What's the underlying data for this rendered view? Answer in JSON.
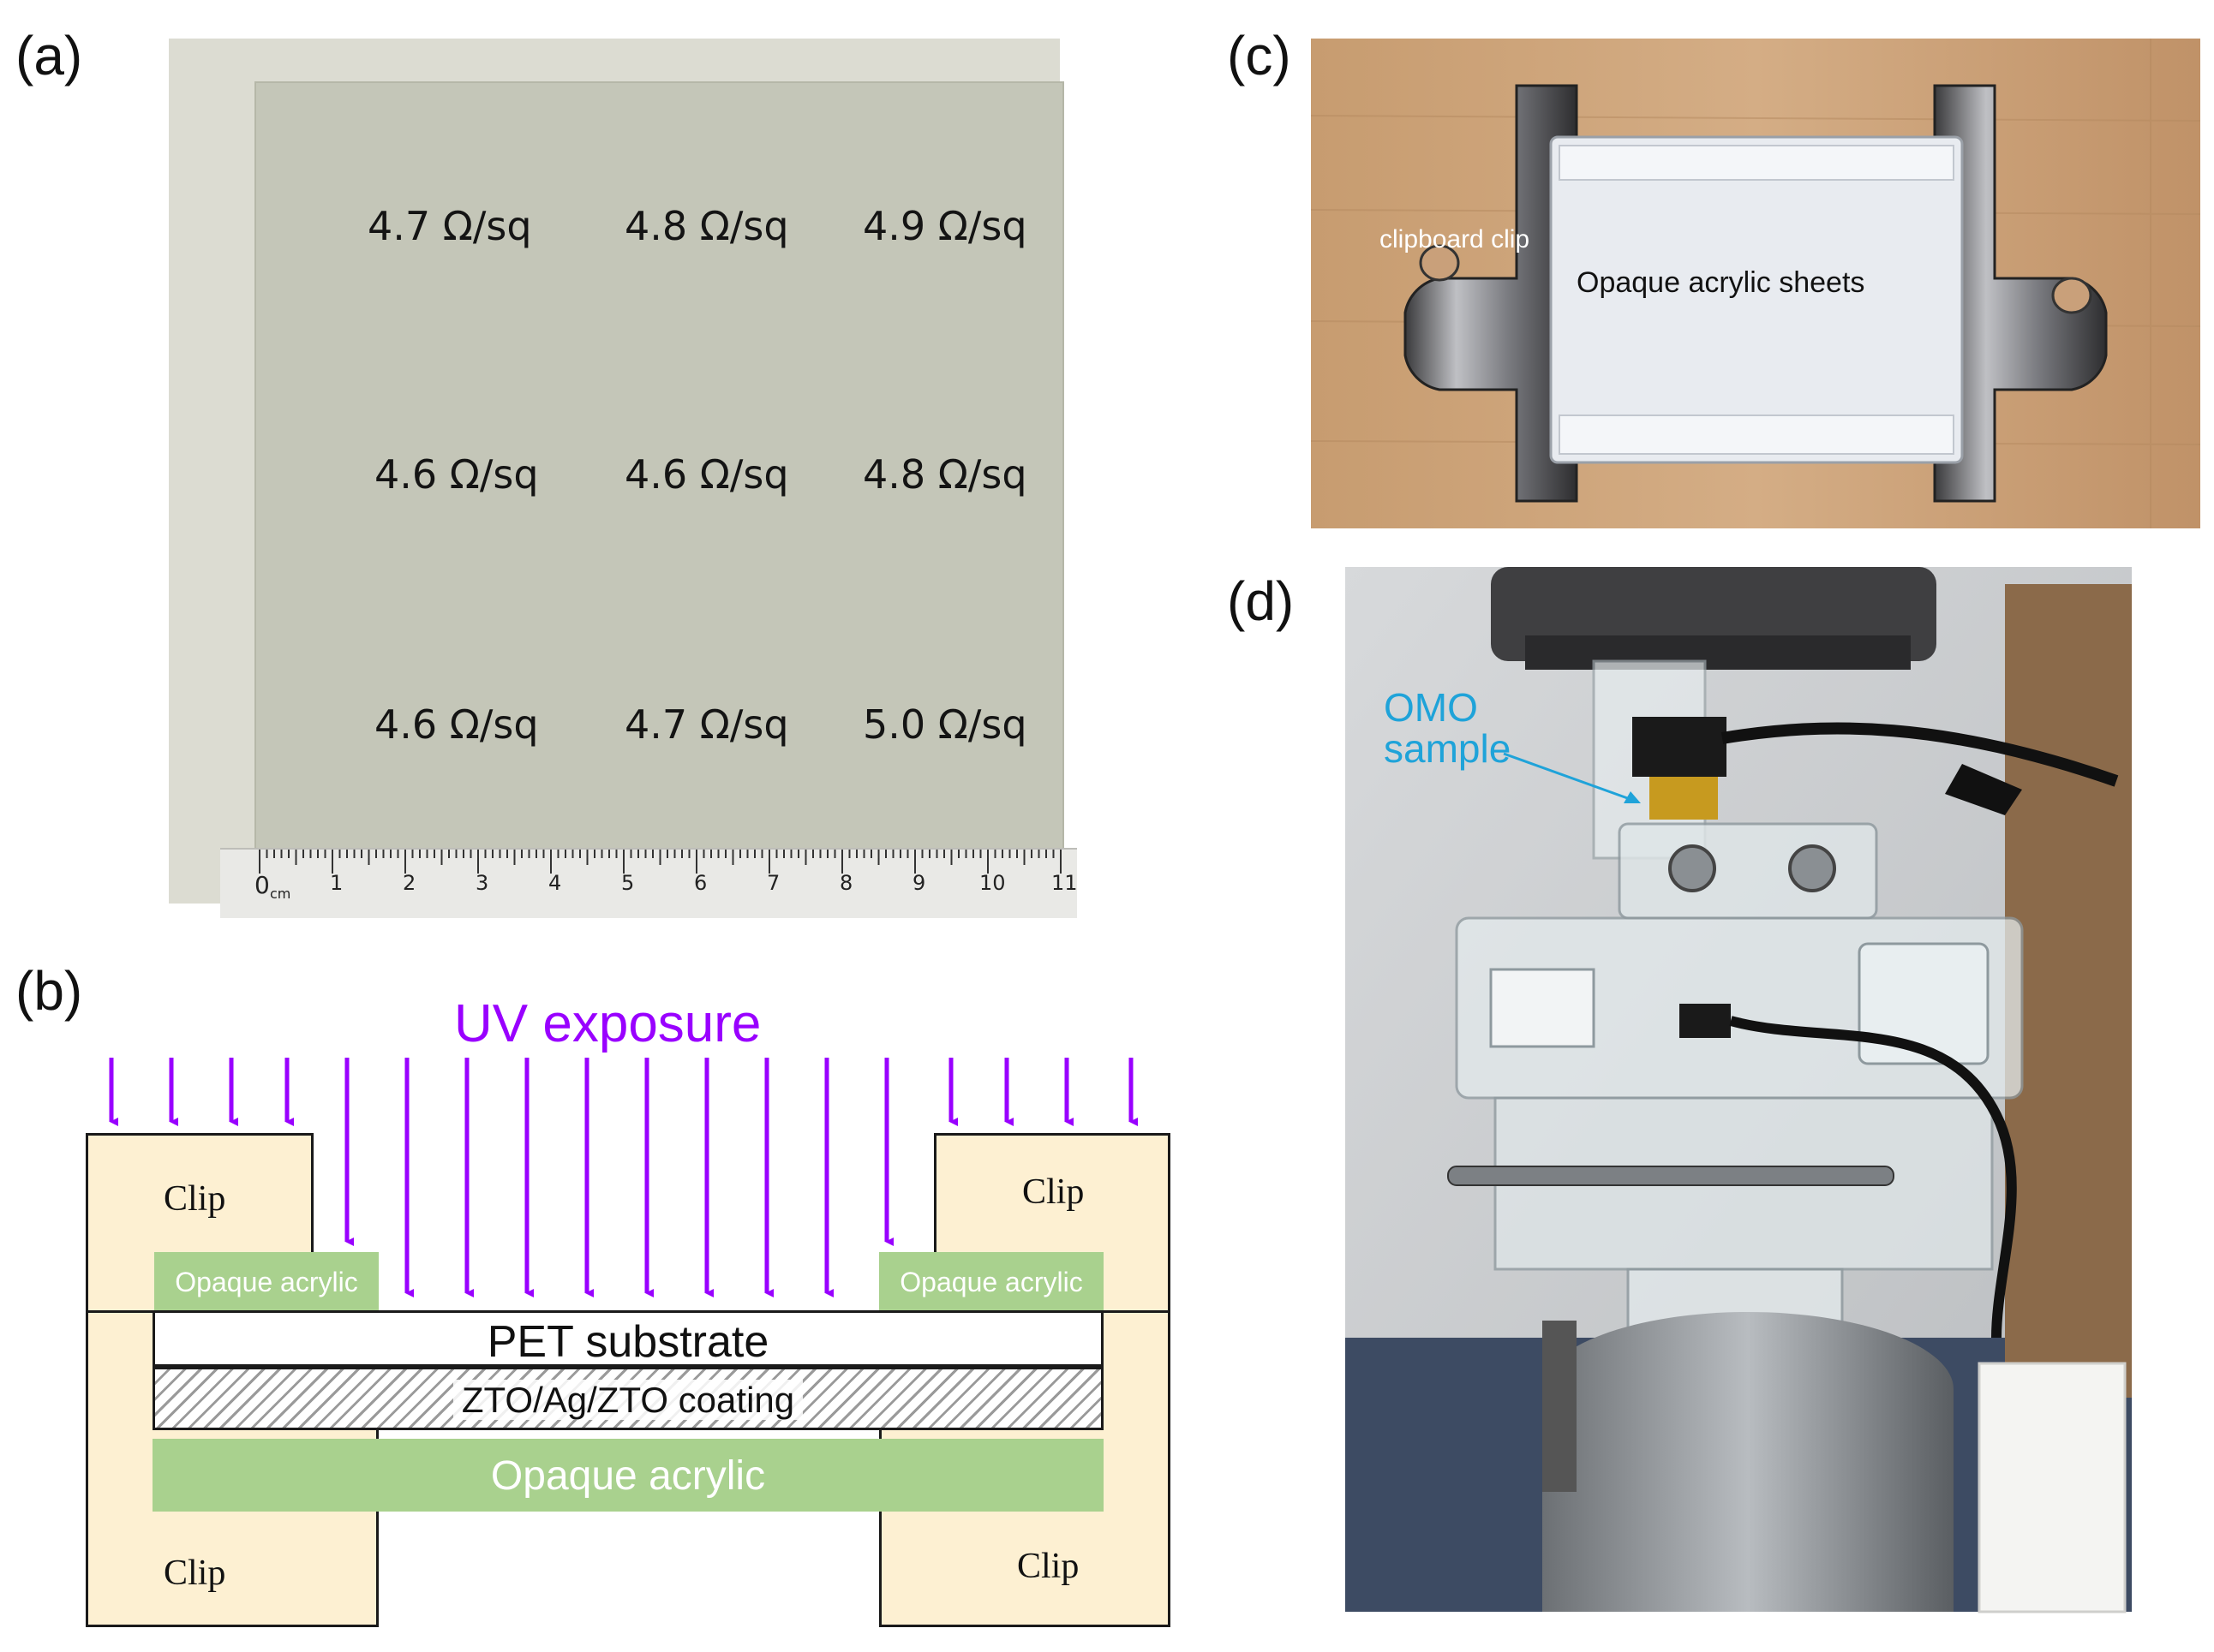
{
  "panels": {
    "a": {
      "label": "(a)",
      "sheet_resistance": [
        "4.7 Ω/sq",
        "4.8 Ω/sq",
        "4.9 Ω/sq",
        "4.6 Ω/sq",
        "4.6 Ω/sq",
        "4.8 Ω/sq",
        "4.6 Ω/sq",
        "4.7 Ω/sq",
        "5.0 Ω/sq"
      ],
      "ruler": {
        "zero": "0",
        "unit": "cm",
        "numbers": [
          "1",
          "2",
          "3",
          "4",
          "5",
          "6",
          "7",
          "8",
          "9",
          "10",
          "11"
        ]
      }
    },
    "b": {
      "label": "(b)",
      "uv_label": "UV exposure",
      "clip_label": "Clip",
      "opaque_acrylic_small": "Opaque acrylic",
      "pet_substrate": "PET substrate",
      "coating": "ZTO/Ag/ZTO  coating",
      "opaque_acrylic_base": "Opaque acrylic",
      "colors": {
        "uv": "#9900ff",
        "acrylic": "#a9d18e",
        "clip": "#fdf0d2"
      }
    },
    "c": {
      "label": "(c)",
      "clip_annotation": "clipboard clip",
      "sheets_annotation": "Opaque acrylic sheets"
    },
    "d": {
      "label": "(d)",
      "sample_annotation_line1": "OMO",
      "sample_annotation_line2": "sample",
      "annotation_color": "#1fa3d9"
    }
  }
}
